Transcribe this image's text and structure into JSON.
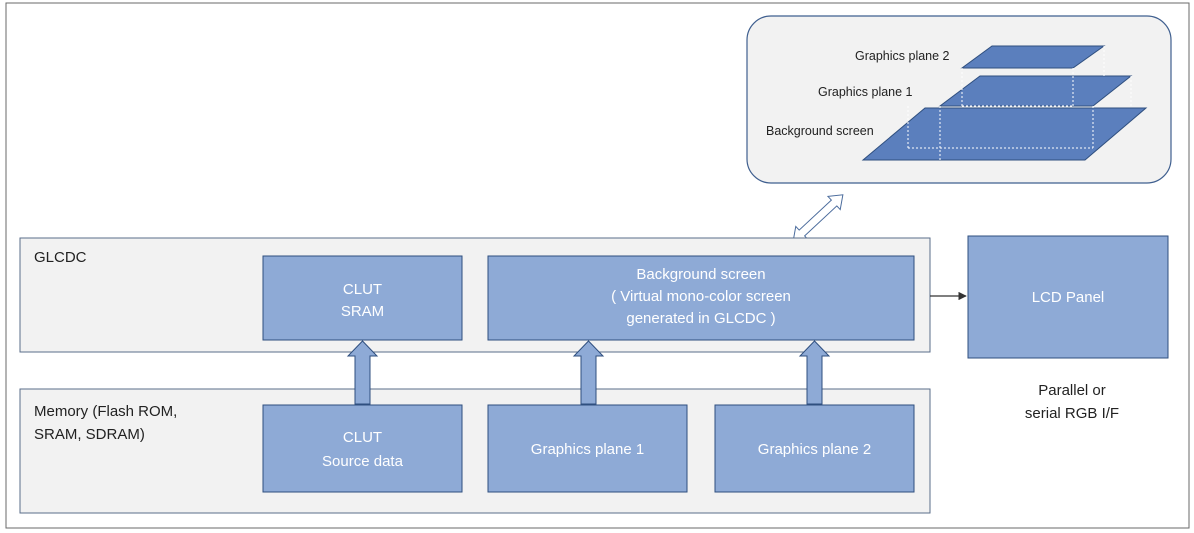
{
  "glcdc": {
    "label": "GLCDC",
    "clut_sram": {
      "line1": "CLUT",
      "line2": "SRAM"
    },
    "background_screen": {
      "line1": "Background screen",
      "line2": "( Virtual mono-color screen",
      "line3": "generated in GLCDC )"
    }
  },
  "memory": {
    "label_line1": "Memory (Flash ROM,",
    "label_line2": "SRAM, SDRAM)",
    "clut_source": {
      "line1": "CLUT",
      "line2": "Source data"
    },
    "graphics_plane_1": "Graphics plane 1",
    "graphics_plane_2": "Graphics plane 2"
  },
  "lcd_panel": {
    "label": "LCD Panel",
    "interface_line1": "Parallel or",
    "interface_line2": "serial RGB I/F"
  },
  "layer_inset": {
    "graphics_plane_2": "Graphics plane 2",
    "graphics_plane_1": "Graphics plane 1",
    "background_screen": "Background screen"
  },
  "colors": {
    "block_fill": "#8eaad6",
    "block_stroke": "#2f4f7f",
    "container_fill": "#f2f2f2",
    "container_stroke": "#5a6d8a"
  }
}
